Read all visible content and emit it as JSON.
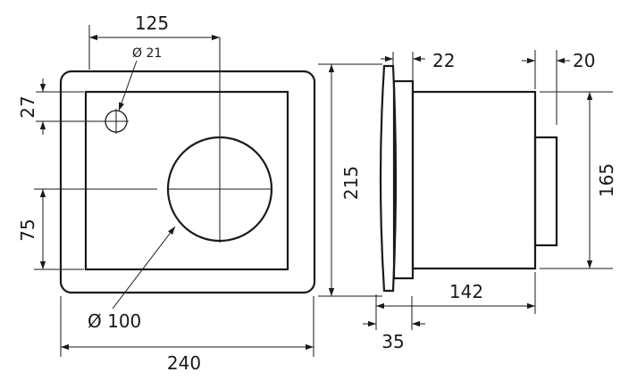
{
  "drawing": {
    "line_color": "#1a1a1a",
    "background": "#ffffff"
  },
  "dimensions": {
    "top_width": "125",
    "small_hole": "Ø 21",
    "offset_top": "27",
    "offset_center": "75",
    "large_hole": "Ø 100",
    "total_width": "240",
    "total_height": "215",
    "flange_offset": "22",
    "rear_offset": "20",
    "body_height": "165",
    "body_depth": "142",
    "flange_depth": "35"
  }
}
